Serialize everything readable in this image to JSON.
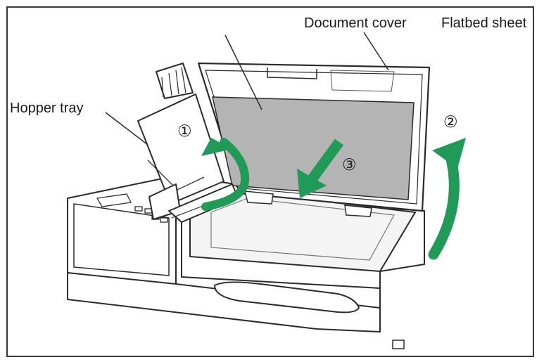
{
  "labels": {
    "document_cover": "Document cover",
    "flatbed_sheet": "Flatbed sheet",
    "hopper_tray": "Hopper tray"
  },
  "steps": {
    "one": "①",
    "two": "②",
    "three": "③"
  },
  "colors": {
    "arrow": "#1f9a57",
    "outline": "#2b2b2b",
    "glass": "#b4b4b4",
    "frame": "#3a3a3a"
  }
}
